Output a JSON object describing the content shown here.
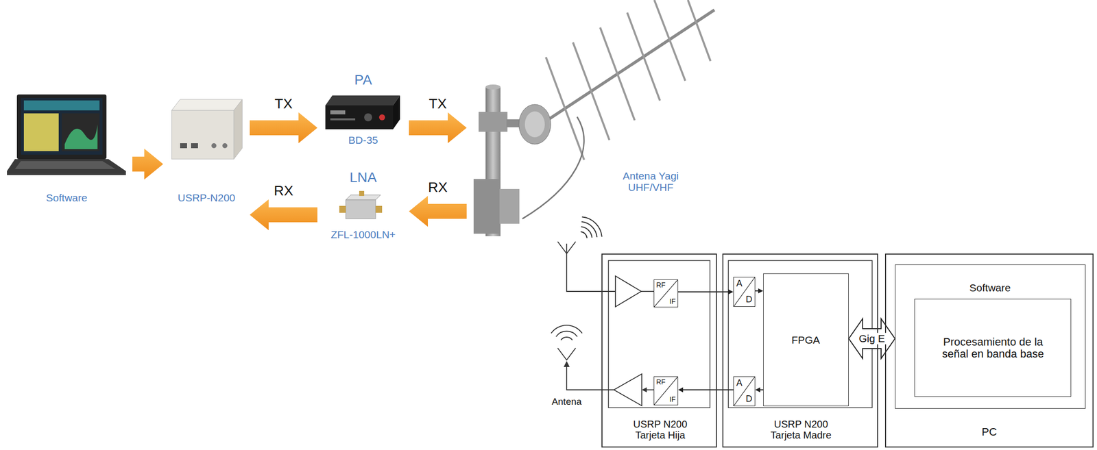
{
  "diagram": {
    "nodes": [
      {
        "text": [
          "Software"
        ]
      },
      {
        "text": [
          "USRP-N200"
        ]
      },
      {
        "text": [
          "PA",
          "BD-35"
        ]
      },
      {
        "text": [
          "LNA",
          "ZFL-1000LN+"
        ]
      },
      {
        "text": [
          "Antena Yagi UHF/VHF"
        ]
      },
      {
        "text": [
          "USRP N200 Tarjeta Hija"
        ]
      },
      {
        "text": [
          "RF",
          "IF"
        ],
        "in": 5
      },
      {
        "text": [
          "RF",
          "IF"
        ],
        "in": 5
      },
      {
        "text": [
          "USRP N200 Tarjeta Madre"
        ]
      },
      {
        "text": [
          "A",
          "D"
        ],
        "in": 8
      },
      {
        "text": [
          "A",
          "D"
        ],
        "in": 8
      },
      {
        "text": [
          "FPGA"
        ],
        "in": 8
      },
      {
        "text": [
          "PC"
        ]
      },
      {
        "text": [
          "Software"
        ],
        "in": 12
      },
      {
        "text": [
          "Procesamiento de la señal en banda base"
        ],
        "in": 13
      }
    ],
    "edges": [
      {
        "from": 0,
        "to": 1,
        "arrow": "to"
      },
      {
        "from": 1,
        "to": 2,
        "label": "TX",
        "arrow": "to"
      },
      {
        "from": 2,
        "to": 4,
        "label": "TX",
        "arrow": "to"
      },
      {
        "from": 4,
        "to": 3,
        "label": "RX",
        "arrow": "to"
      },
      {
        "from": 3,
        "to": 1,
        "label": "RX",
        "arrow": "to"
      },
      {
        "from": 6,
        "to": 9,
        "arrow": "to"
      },
      {
        "from": 9,
        "to": 11,
        "arrow": "to"
      },
      {
        "from": 11,
        "to": 10,
        "arrow": "to"
      },
      {
        "from": 10,
        "to": 7,
        "arrow": "to"
      },
      {
        "from": 11,
        "to": 13,
        "label": "Gig E",
        "arrow": "both"
      }
    ],
    "labels": [
      "Antena"
    ]
  }
}
